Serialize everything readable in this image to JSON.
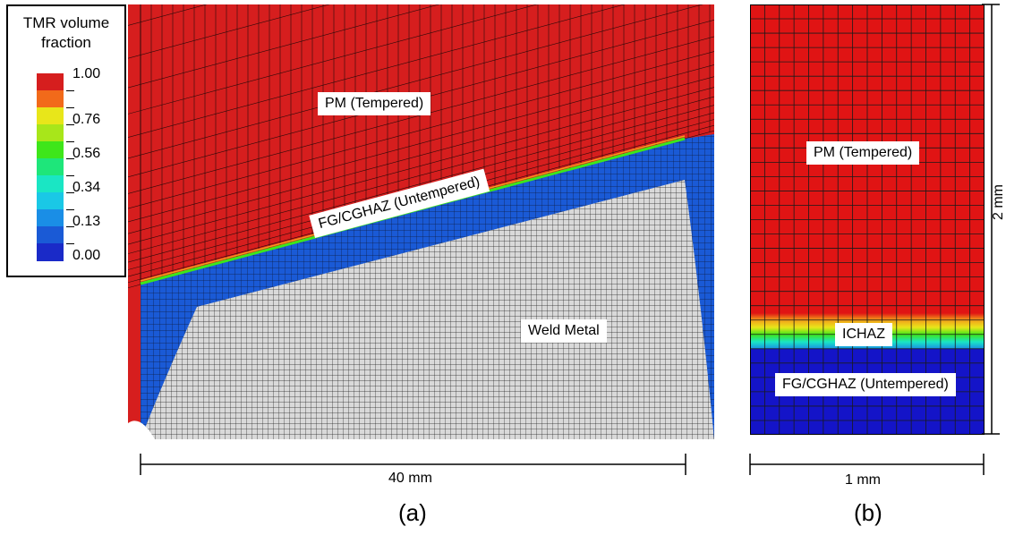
{
  "legend": {
    "title_line1": "TMR volume",
    "title_line2": "fraction",
    "labels": [
      "1.00",
      "0.76",
      "0.56",
      "0.34",
      "0.13",
      "0.00"
    ],
    "colors": [
      "#d61e1e",
      "#f26a1a",
      "#e8e61a",
      "#a8e61a",
      "#3ee61a",
      "#1ee67a",
      "#1ae6c4",
      "#1ac8e6",
      "#1a8ee6",
      "#1a5ad6",
      "#1a2ac8"
    ]
  },
  "panel_a": {
    "label_pm": "PM (Tempered)",
    "label_haz": "FG/CGHAZ (Untempered)",
    "label_weld": "Weld Metal",
    "dimension": "40 mm",
    "caption": "(a)",
    "colors": {
      "pm": "#d61e1e",
      "haz": "#1a5ad6",
      "weld": "#d8d8d8",
      "mesh": "#1a1a1a"
    }
  },
  "panel_b": {
    "label_pm": "PM (Tempered)",
    "label_ichaz": "ICHAZ",
    "label_haz": "FG/CGHAZ (Untempered)",
    "dimension_width": "1 mm",
    "dimension_height": "2 mm",
    "caption": "(b)",
    "colors": {
      "pm": "#e01414",
      "haz": "#1414c8",
      "mesh": "#1a1a1a"
    }
  }
}
